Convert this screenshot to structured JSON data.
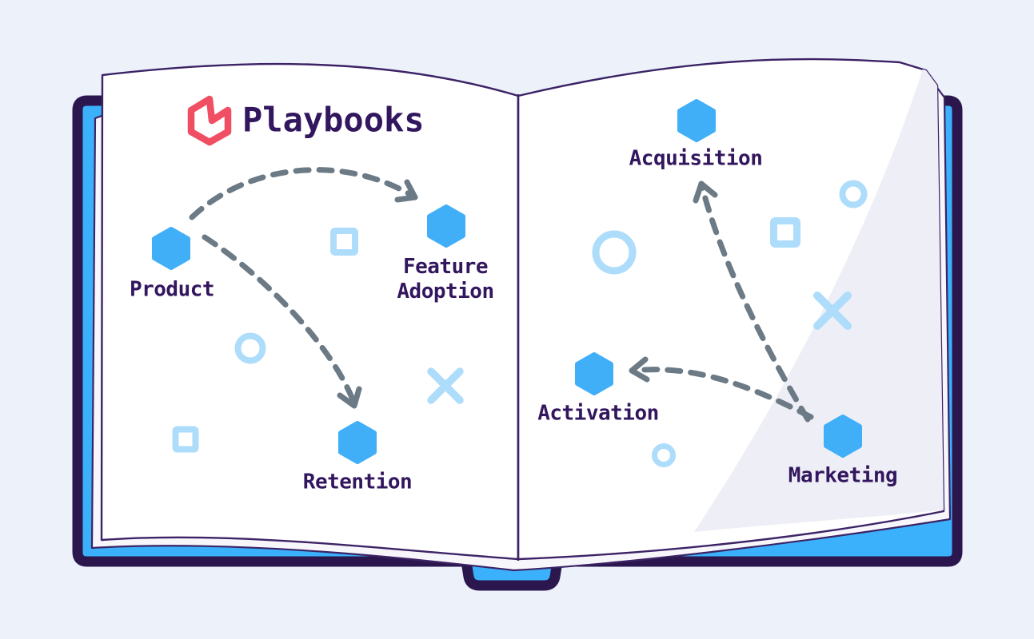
{
  "illustration_title": "Playbooks",
  "colors": {
    "background": "#ECF1FA",
    "cover_blue": "#3BB1FB",
    "outline_purple": "#2B174E",
    "page_line_purple": "#3C2366",
    "page_white": "#FFFFFF",
    "under_page": "#F6F6FB",
    "page_curl": "#EEEFF6",
    "text_purple": "#32165E",
    "logo_red": "#F04E63",
    "node_blue": "#40AFF8",
    "arrow_gray": "#6C7A86",
    "decoration_blue": "#AEDCFB"
  },
  "logo": {
    "wordmark": "Playbooks",
    "icon": "hexagon-flag-icon"
  },
  "diagram": {
    "nodes": [
      {
        "id": "product",
        "label": "Product",
        "page": "left"
      },
      {
        "id": "feature-adoption",
        "label": "Feature\nAdoption",
        "page": "left"
      },
      {
        "id": "retention",
        "label": "Retention",
        "page": "left"
      },
      {
        "id": "acquisition",
        "label": "Acquisition",
        "page": "right"
      },
      {
        "id": "activation",
        "label": "Activation",
        "page": "right"
      },
      {
        "id": "marketing",
        "label": "Marketing",
        "page": "right"
      }
    ],
    "arrows": [
      {
        "from": "product",
        "to": "feature-adoption",
        "style": "dashed"
      },
      {
        "from": "product",
        "to": "retention",
        "style": "dashed"
      },
      {
        "from": "marketing",
        "to": "acquisition",
        "style": "dashed"
      },
      {
        "from": "marketing",
        "to": "activation",
        "style": "dashed"
      }
    ],
    "decorations": [
      {
        "shape": "square-icon",
        "page": "left"
      },
      {
        "shape": "circle-icon",
        "page": "left"
      },
      {
        "shape": "x-mark-icon",
        "page": "left"
      },
      {
        "shape": "square-icon",
        "page": "left"
      },
      {
        "shape": "circle-icon",
        "page": "right"
      },
      {
        "shape": "circle-icon",
        "page": "right"
      },
      {
        "shape": "square-icon",
        "page": "right"
      },
      {
        "shape": "x-mark-icon",
        "page": "right"
      },
      {
        "shape": "circle-icon",
        "page": "right"
      }
    ]
  }
}
